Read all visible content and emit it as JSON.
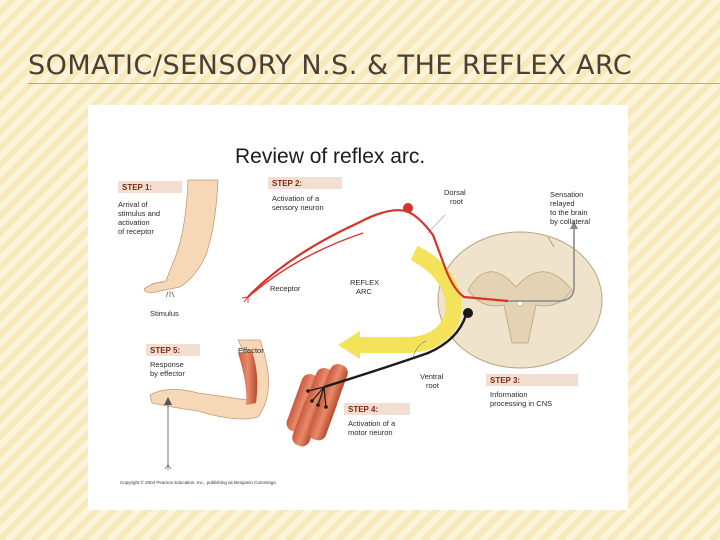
{
  "slide": {
    "title": "Somatic/Sensory N.S. & the Reflex Arc"
  },
  "figure": {
    "title": "Review of reflex arc.",
    "copyright": "Copyright © 2004 Pearson Education, Inc., publishing as Benjamin Cummings.",
    "steps": [
      {
        "heading": "STEP 1:",
        "lines": [
          "Arrival of",
          "stimulus and",
          "activation",
          "of receptor"
        ]
      },
      {
        "heading": "STEP 2:",
        "lines": [
          "Activation of a",
          "sensory neuron"
        ]
      },
      {
        "heading": "STEP 3:",
        "lines": [
          "Information",
          "processing in CNS"
        ]
      },
      {
        "heading": "STEP 4:",
        "lines": [
          "Activation of a",
          "motor neuron"
        ]
      },
      {
        "heading": "STEP 5:",
        "lines": [
          "Response",
          "by effector"
        ]
      }
    ],
    "labels": {
      "stimulus": "Stimulus",
      "receptor": "Receptor",
      "reflex_arc": [
        "REFLEX",
        "ARC"
      ],
      "dorsal_root": [
        "Dorsal",
        "root"
      ],
      "ventral_root": [
        "Ventral",
        "root"
      ],
      "sensation": [
        "Sensation",
        "relayed",
        "to the brain",
        "by collateral"
      ],
      "effector": "Effector"
    },
    "colors": {
      "sensory_neuron": "#d8322a",
      "motor_neuron": "#1a1a1a",
      "arc_arrow": "#f4e25a",
      "step_box": "#f3dfd2",
      "spinal_cord": "#efe3cc"
    }
  }
}
